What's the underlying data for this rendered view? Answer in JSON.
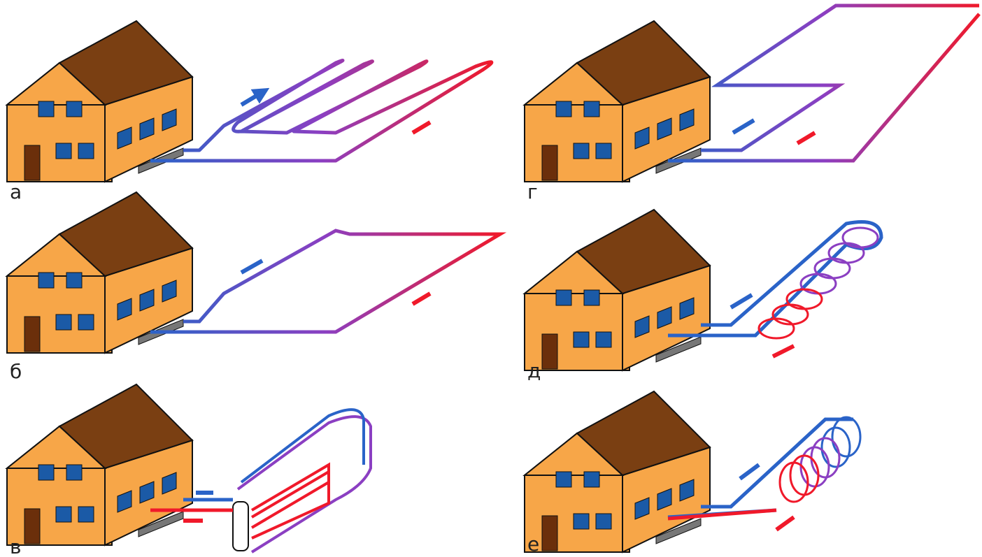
{
  "panels": [
    {
      "id": "a",
      "label": "а",
      "layout": "serpentine-horizontal"
    },
    {
      "id": "b",
      "label": "б",
      "layout": "parallel-horizontal"
    },
    {
      "id": "v",
      "label": "в",
      "layout": "vertical-loops-with-manifold"
    },
    {
      "id": "g",
      "label": "г",
      "layout": "single-loop-horizontal"
    },
    {
      "id": "d",
      "label": "д",
      "layout": "slinky-horizontal"
    },
    {
      "id": "e",
      "label": "е",
      "layout": "slinky-vertical"
    }
  ],
  "colors": {
    "background": "#ffffff",
    "house_wall": "#f7a648",
    "house_roof": "#7a3f12",
    "house_outline": "#111111",
    "window": "#1b5aa6",
    "door": "#6b2f0b",
    "pipe_cold": "#2a63c8",
    "pipe_mid": "#8b3fc2",
    "pipe_hot": "#f0192a",
    "arrow_flow_out": "#2a63c8",
    "arrow_flow_in": "#f0192a",
    "heat_pump_unit": "#777777"
  },
  "icons": {
    "flow_out": "arrow-icon",
    "flow_in": "arrow-icon"
  }
}
